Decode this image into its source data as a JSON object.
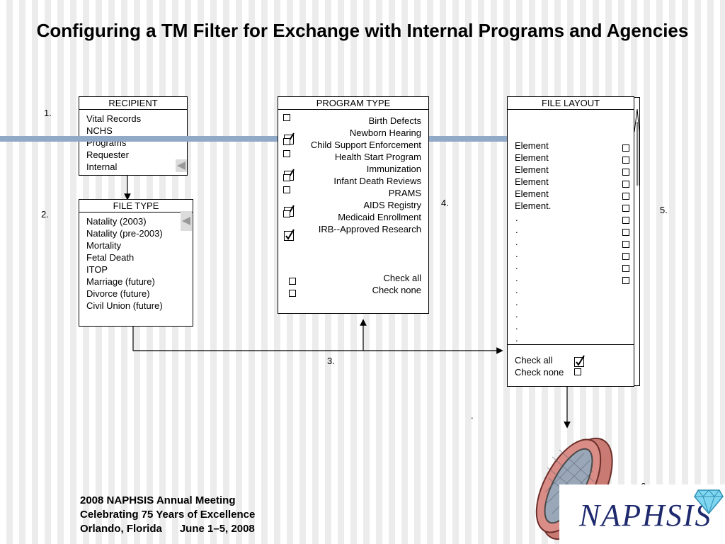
{
  "title": "Configuring a TM Filter for Exchange with Internal Programs and Agencies",
  "step_numbers": [
    "1.",
    "2.",
    "3.",
    "4.",
    "5.",
    "6."
  ],
  "recipient": {
    "header": "RECIPIENT",
    "items": [
      "Vital Records",
      "NCHS",
      "Programs",
      "Requester",
      "Internal"
    ]
  },
  "file_type": {
    "header": "FILE TYPE",
    "items": [
      "Natality (2003)",
      "Natality (pre-2003)",
      "Mortality",
      "Fetal Death",
      "ITOP",
      "Marriage (future)",
      "Divorce (future)",
      "Civil Union (future)"
    ]
  },
  "program_type": {
    "header": "PROGRAM TYPE",
    "items": [
      {
        "label": "Birth Defects",
        "checked": false
      },
      {
        "label": "Newborn Hearing",
        "checked": true
      },
      {
        "label": "Child Support Enforcement",
        "checked": false
      },
      {
        "label": "Health Start Program",
        "checked": false
      },
      {
        "label": "Immunization",
        "checked": true
      },
      {
        "label": "Infant Death Reviews",
        "checked": false
      },
      {
        "label": "PRAMS",
        "checked": false
      },
      {
        "label": "AIDS Registry",
        "checked": true
      },
      {
        "label": "Medicaid Enrollment",
        "checked": false
      },
      {
        "label": "IRB--Approved Research",
        "checked": true
      }
    ],
    "check_all": "Check all",
    "check_none": "Check none"
  },
  "file_layout": {
    "header": "FILE LAYOUT",
    "elements": [
      "Element",
      "Element",
      "Element",
      "Element",
      "Element",
      "Element."
    ],
    "dots": [
      ".",
      ".",
      ".",
      ".",
      ".",
      ".",
      ".",
      ".",
      ".",
      ".",
      "."
    ],
    "check_all": "Check all",
    "check_none": "Check none",
    "check_all_checked": true
  },
  "stray_dot": ".",
  "footer": {
    "line1": "2008 NAPHSIS Annual Meeting",
    "line2": "Celebrating 75 Years of Excellence",
    "line3": "Orlando, Florida      June 1–5, 2008"
  },
  "logo_text": "NAPHSIS",
  "icons": [
    "triangle-left-icon",
    "check-icon",
    "sieve-icon",
    "diamond-icon",
    "scroll-up-icon"
  ]
}
